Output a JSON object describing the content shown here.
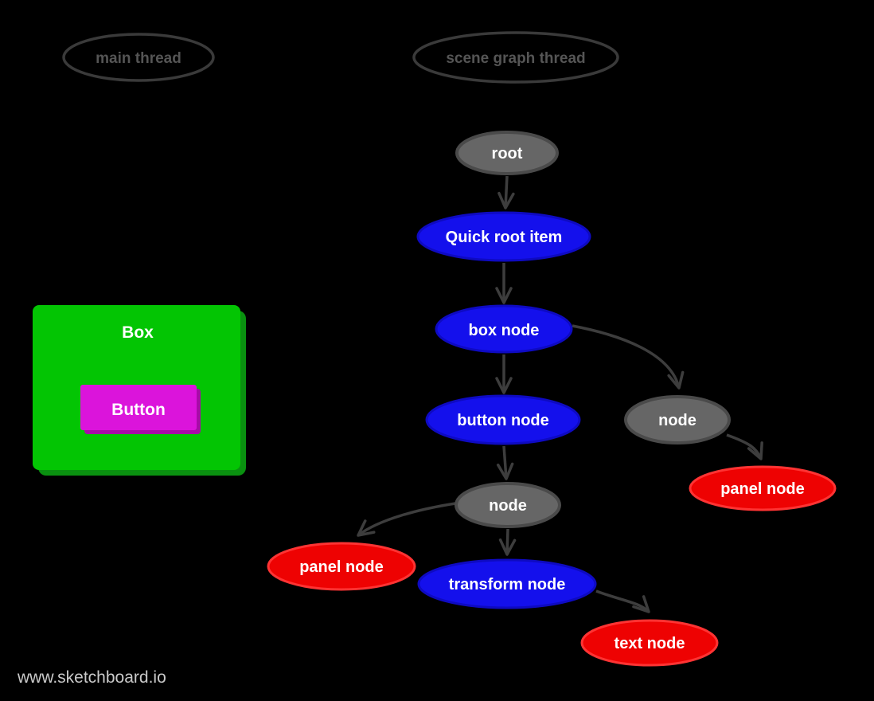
{
  "canvas": {
    "background": "#000000"
  },
  "watermark": {
    "text": "www.sketchboard.io",
    "color": "#c9c9c9"
  },
  "threads": {
    "main": {
      "label": "main thread"
    },
    "scene_graph": {
      "label": "scene graph thread"
    }
  },
  "box_diagram": {
    "box_label": "Box",
    "button_label": "Button"
  },
  "graph": {
    "nodes": [
      {
        "id": "root",
        "label": "root",
        "color": "gray"
      },
      {
        "id": "quick-root-item",
        "label": "Quick root item",
        "color": "blue"
      },
      {
        "id": "box-node",
        "label": "box node",
        "color": "blue"
      },
      {
        "id": "button-node",
        "label": "button node",
        "color": "blue"
      },
      {
        "id": "node-right",
        "label": "node",
        "color": "gray"
      },
      {
        "id": "panel-node-right",
        "label": "panel node",
        "color": "red"
      },
      {
        "id": "node-center",
        "label": "node",
        "color": "gray"
      },
      {
        "id": "panel-node-left",
        "label": "panel node",
        "color": "red"
      },
      {
        "id": "transform-node",
        "label": "transform node",
        "color": "blue"
      },
      {
        "id": "text-node",
        "label": "text node",
        "color": "red"
      }
    ],
    "edges": [
      {
        "from": "root",
        "to": "quick-root-item"
      },
      {
        "from": "quick-root-item",
        "to": "box-node"
      },
      {
        "from": "box-node",
        "to": "button-node"
      },
      {
        "from": "box-node",
        "to": "node-right"
      },
      {
        "from": "node-right",
        "to": "panel-node-right"
      },
      {
        "from": "button-node",
        "to": "node-center"
      },
      {
        "from": "node-center",
        "to": "panel-node-left"
      },
      {
        "from": "node-center",
        "to": "transform-node"
      },
      {
        "from": "transform-node",
        "to": "text-node"
      }
    ]
  },
  "palette": {
    "background": "#000000",
    "blue": "#1410ec",
    "red": "#ee0202",
    "gray": "#666666",
    "edge": "#3d3d3d",
    "green": "#03c503",
    "green_shadow": "#0a9110",
    "magenta": "#db14db",
    "magenta_shadow": "#a70ba7",
    "thread_outline": "#3a3a3a"
  }
}
